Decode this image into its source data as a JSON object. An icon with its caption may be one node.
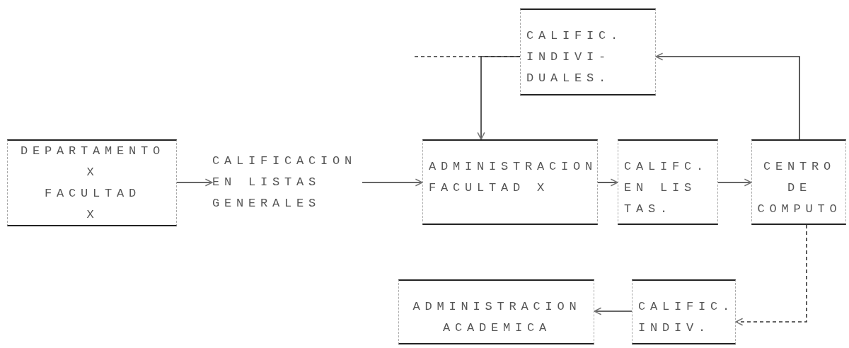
{
  "diagram": {
    "nodes": [
      {
        "text": [
          "CALIFIC. INDIVI- DUALES."
        ]
      },
      {
        "text": [
          "DEPARTAMENTO X",
          "FACULTAD X"
        ]
      },
      {
        "text": [
          "CALIFICACION EN LISTAS GENERALES"
        ]
      },
      {
        "text": [
          "ADMINISTRACION FACULTAD X"
        ]
      },
      {
        "text": [
          "CALIFC. EN LIS TAS."
        ]
      },
      {
        "text": [
          "CENTRO DE COMPUTO"
        ]
      },
      {
        "text": [
          "ADMINISTRACION ACADEMICA"
        ]
      },
      {
        "text": [
          "CALIFIC. INDIV."
        ]
      }
    ],
    "edges": [
      {
        "from": 1,
        "to": 2,
        "arrow": "to"
      },
      {
        "from": 2,
        "to": 3,
        "arrow": "to"
      },
      {
        "from": 0,
        "to": 3,
        "arrow": "to"
      },
      {
        "from": 0,
        "to": null,
        "arrow": "none",
        "style": "dashed"
      },
      {
        "from": 3,
        "to": 4,
        "arrow": "to"
      },
      {
        "from": 4,
        "to": 5,
        "arrow": "to"
      },
      {
        "from": 5,
        "to": 0,
        "arrow": "to"
      },
      {
        "from": 5,
        "to": 7,
        "arrow": "to",
        "style": "dashed"
      },
      {
        "from": 7,
        "to": 6,
        "arrow": "to"
      }
    ]
  }
}
